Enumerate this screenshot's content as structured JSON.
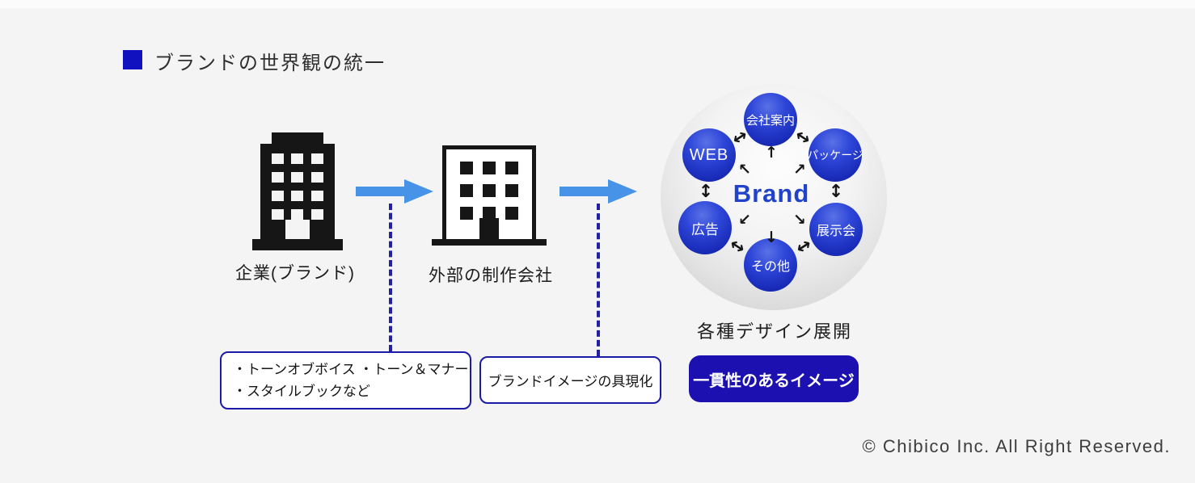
{
  "title": {
    "text": "ブランドの世界観の統一"
  },
  "flow": {
    "company_label": "企業(ブランド)",
    "agency_label": "外部の制作会社"
  },
  "sphere": {
    "center_label": "Brand",
    "nodes": [
      {
        "id": "company-guide",
        "label": "会社案内"
      },
      {
        "id": "web",
        "label": "WEB"
      },
      {
        "id": "package",
        "label": "パッケージ"
      },
      {
        "id": "advertising",
        "label": "広告"
      },
      {
        "id": "exhibition",
        "label": "展示会"
      },
      {
        "id": "others",
        "label": "その他"
      }
    ],
    "caption": "各種デザイン展開",
    "badge_label": "一貫性のあるイメージ"
  },
  "callouts": {
    "tone_line1": "・トーンオブボイス ・トーン＆マナー",
    "tone_line2": "・スタイルブックなど",
    "realization": "ブランドイメージの具現化"
  },
  "footer": {
    "copyright": "© Chibico Inc. All Right Reserved."
  },
  "icons": {
    "arrow_up": "↑",
    "arrow_down": "↓",
    "arrow_up_left": "↖",
    "arrow_up_right": "↗",
    "arrow_down_left": "↙",
    "arrow_down_right": "↘",
    "arrow_double_h": "↔",
    "arrow_double_v": "↕"
  },
  "colors": {
    "background": "#f4f4f4",
    "accent_square": "#1111bf",
    "arrow_blue": "#4793e8",
    "navy_border": "#1b1ba8",
    "badge_bg": "#1c10b0",
    "brand_text": "#2143cb",
    "node_blue": "#1a2cba"
  }
}
